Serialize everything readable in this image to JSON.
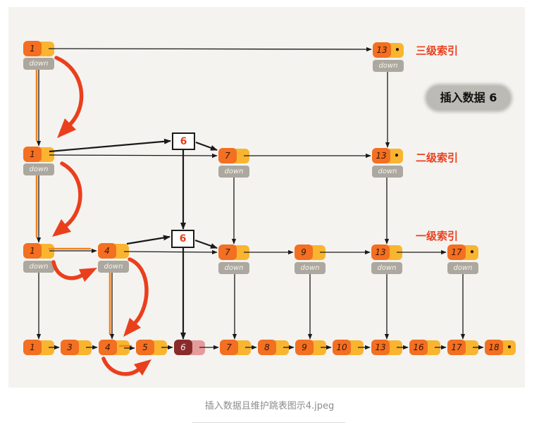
{
  "diagram": {
    "insert_note": "插入数据 6",
    "down_label": "down",
    "level3": {
      "label": "三级索引",
      "nodes": [
        {
          "value": "1"
        },
        {
          "value": "13",
          "mark": "•"
        }
      ]
    },
    "level2": {
      "label": "二级索引",
      "new_index": "6",
      "nodes": [
        {
          "value": "1"
        },
        {
          "value": "7"
        },
        {
          "value": "13",
          "mark": "•"
        }
      ]
    },
    "level1": {
      "label": "一级索引",
      "new_index": "6",
      "nodes": [
        {
          "value": "1"
        },
        {
          "value": "4"
        },
        {
          "value": "7"
        },
        {
          "value": "9"
        },
        {
          "value": "13"
        },
        {
          "value": "17",
          "mark": "•"
        }
      ]
    },
    "base": {
      "nodes": [
        {
          "value": "1"
        },
        {
          "value": "3"
        },
        {
          "value": "4"
        },
        {
          "value": "5"
        },
        {
          "value": "6"
        },
        {
          "value": "7"
        },
        {
          "value": "8"
        },
        {
          "value": "9"
        },
        {
          "value": "10"
        },
        {
          "value": "13"
        },
        {
          "value": "16"
        },
        {
          "value": "17"
        },
        {
          "value": "18",
          "mark": "•"
        }
      ]
    }
  },
  "caption": "插入数据且维护跳表图示4.jpeg",
  "colors": {
    "panel": "#f4f3f0",
    "key": "#f36f21",
    "ptr": "#f9b52f",
    "down": "#aca89f",
    "accent": "#ea3f1c",
    "path": "#f0841f",
    "inserted_key": "#8a2b2b",
    "inserted_ptr": "#e59b9b",
    "note": "#bcbab5"
  }
}
